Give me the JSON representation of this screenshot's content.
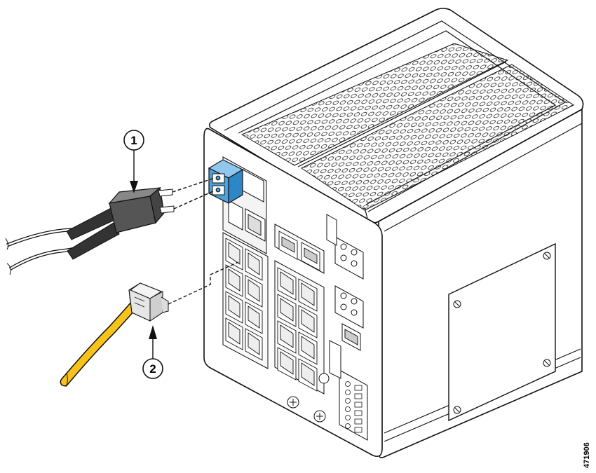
{
  "callouts": [
    {
      "label": "1",
      "target": "fiber-optic-lc-connector-cable"
    },
    {
      "label": "2",
      "target": "rj45-ethernet-cable"
    }
  ],
  "figure_id": "471906",
  "colors": {
    "sfp_module": "#4aa3dc",
    "copper_cable": "#f7c21a",
    "outline": "#111111",
    "chassis": "#ffffff",
    "shadow": "#dcdcdc"
  }
}
